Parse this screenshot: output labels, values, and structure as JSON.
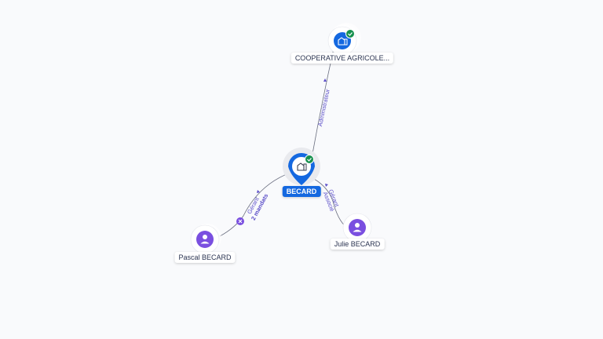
{
  "colors": {
    "background": "#f9fafc",
    "company_blue": "#1468e0",
    "person_purple": "#7a4fe0",
    "check_green": "#17914f",
    "edge_line": "#6b6f80",
    "edge_text": "#5b4ec8"
  },
  "nodes": [
    {
      "id": "cooperative",
      "label": "COOPERATIVE AGRICOLE...",
      "type": "company",
      "icon": "building-icon",
      "verified": true
    },
    {
      "id": "becard",
      "label": "BECARD",
      "type": "company-main",
      "icon": "building-icon",
      "verified": true
    },
    {
      "id": "pascal",
      "label": "Pascal BECARD",
      "type": "person",
      "icon": "person-icon"
    },
    {
      "id": "julie",
      "label": "Julie BECARD",
      "type": "person",
      "icon": "person-icon"
    }
  ],
  "edges": [
    {
      "from": "becard",
      "to": "cooperative",
      "label": "Administrateur"
    },
    {
      "from": "pascal",
      "to": "becard",
      "label": "Gérant",
      "sublabel": "2 mandats",
      "badge": "close-icon"
    },
    {
      "from": "julie",
      "to": "becard",
      "label": "Gérant",
      "sublabel": "Associé"
    }
  ]
}
